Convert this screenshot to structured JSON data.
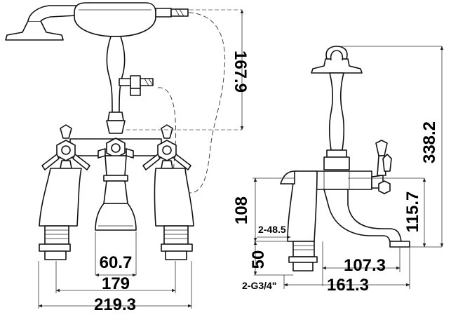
{
  "dimensions": {
    "spout_reach": "60.7",
    "tap_centers": "179",
    "overall_width": "219.3",
    "handset_height": "167.9",
    "overall_height": "338.2",
    "handle_height": "108",
    "spout_height": "115.7",
    "tap_base_dia": "2-48.5",
    "shank_length": "50",
    "shank_thread": "2-G3/4\"",
    "spout_projection": "107.3",
    "total_depth": "161.3"
  }
}
